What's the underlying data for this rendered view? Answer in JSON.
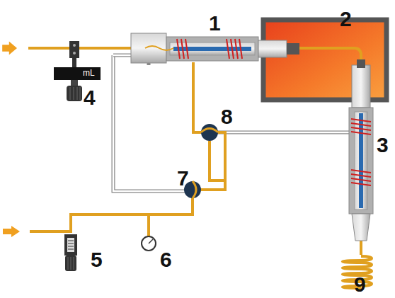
{
  "diagram": {
    "labels": [
      "1",
      "2",
      "3",
      "4",
      "mL",
      "5",
      "6",
      "7",
      "8",
      "9"
    ]
  }
}
